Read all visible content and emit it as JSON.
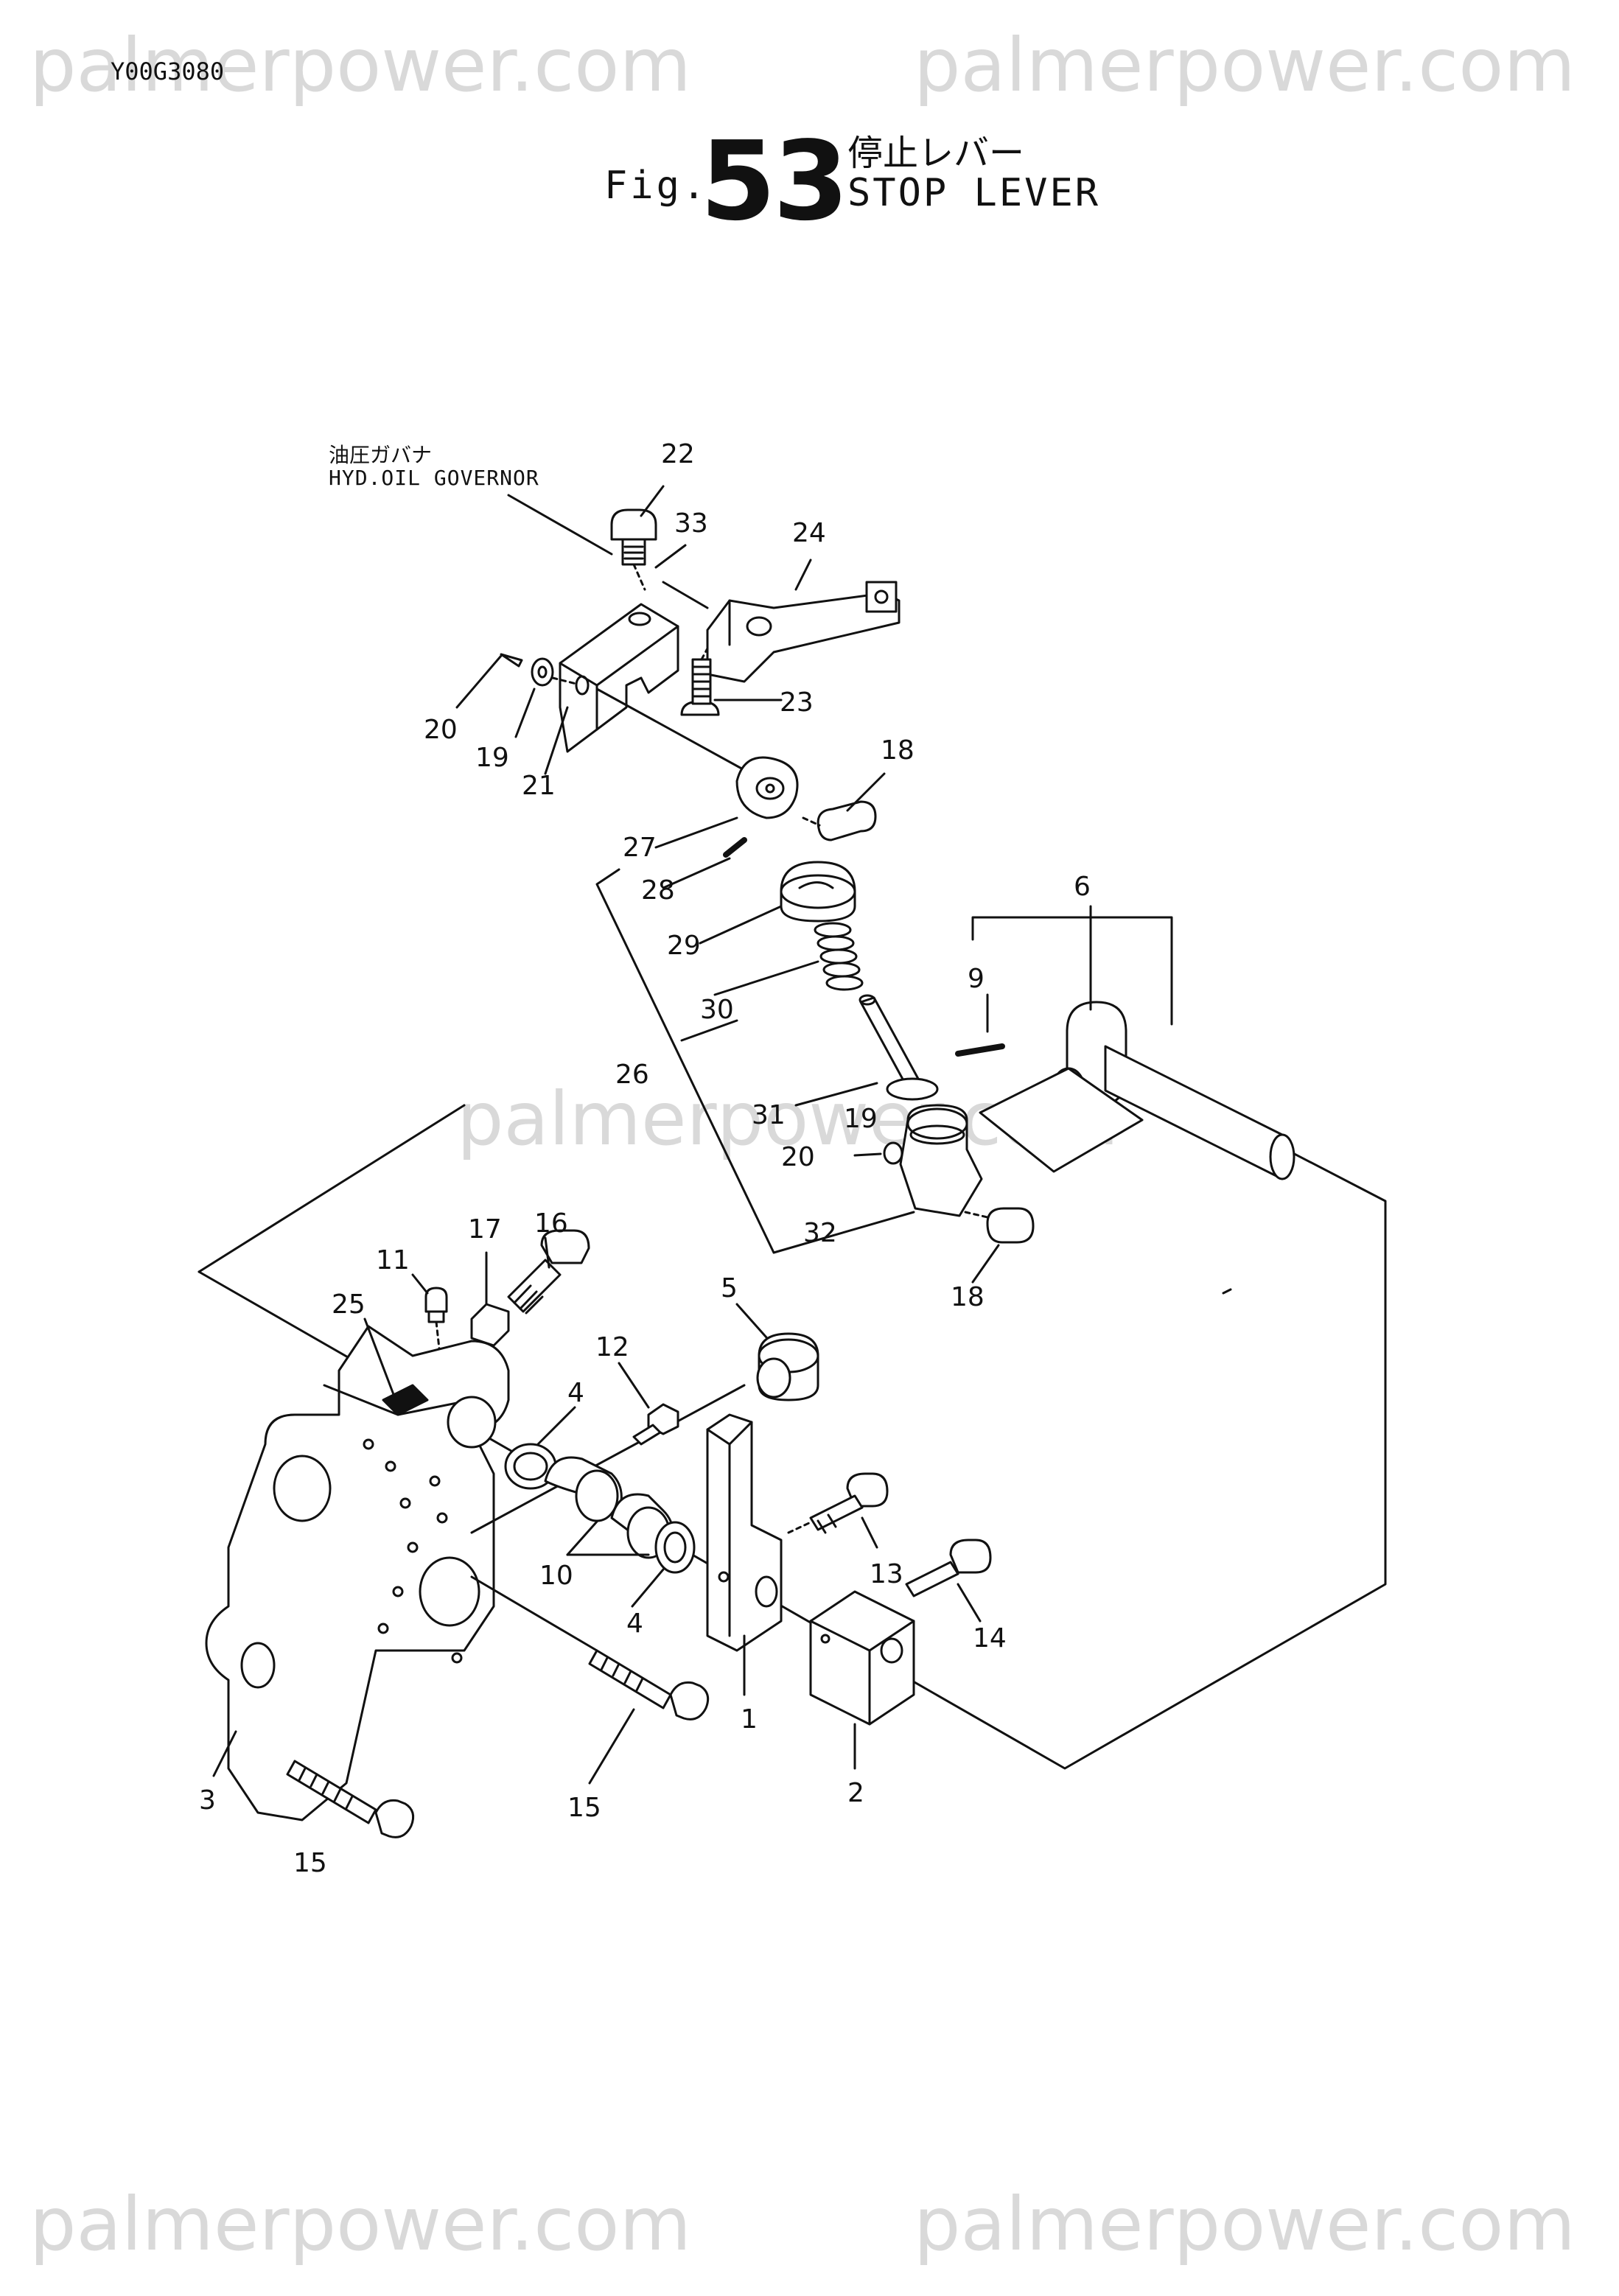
{
  "header": {
    "code": "Y00G3080",
    "fig_prefix": "Fig.",
    "fig_number": "53",
    "title_jp": "停止レバー",
    "title_en": "STOP LEVER"
  },
  "watermarks": [
    "palmerpower.com",
    "palmerpower.com",
    "palmerpower.com",
    "palmerpower.com",
    "palmerpower.com"
  ],
  "annotation": {
    "jp": "油圧ガバナ",
    "en": "HYD.OIL GOVERNOR"
  },
  "callouts": [
    "22",
    "33",
    "24",
    "23",
    "20",
    "19",
    "21",
    "18",
    "27",
    "28",
    "29",
    "30",
    "26",
    "31",
    "19",
    "20",
    "32",
    "18",
    "6",
    "9",
    "16",
    "17",
    "11",
    "25",
    "5",
    "12",
    "4",
    "10",
    "4",
    "13",
    "14",
    "1",
    "2",
    "3",
    "15",
    "15"
  ]
}
